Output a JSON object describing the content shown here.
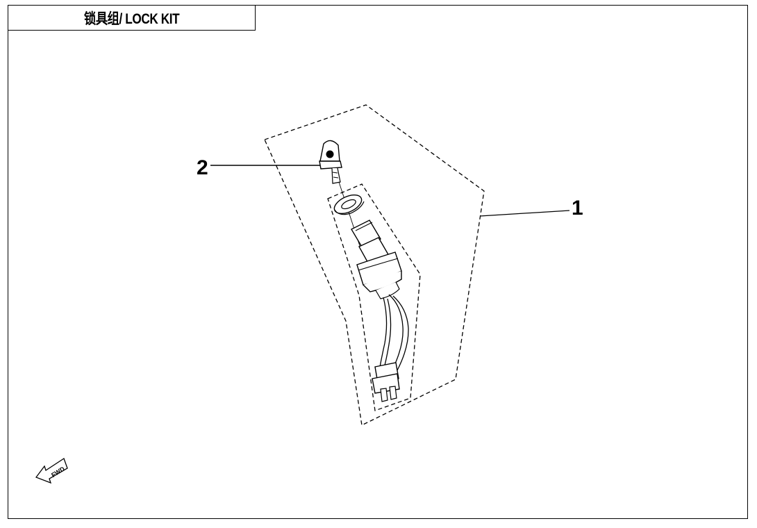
{
  "title": "锁具组/ LOCK KIT",
  "callouts": [
    {
      "number": "2"
    },
    {
      "number": "1"
    }
  ],
  "fwd_label": "FWD",
  "colors": {
    "line": "#000000",
    "background": "#ffffff"
  }
}
